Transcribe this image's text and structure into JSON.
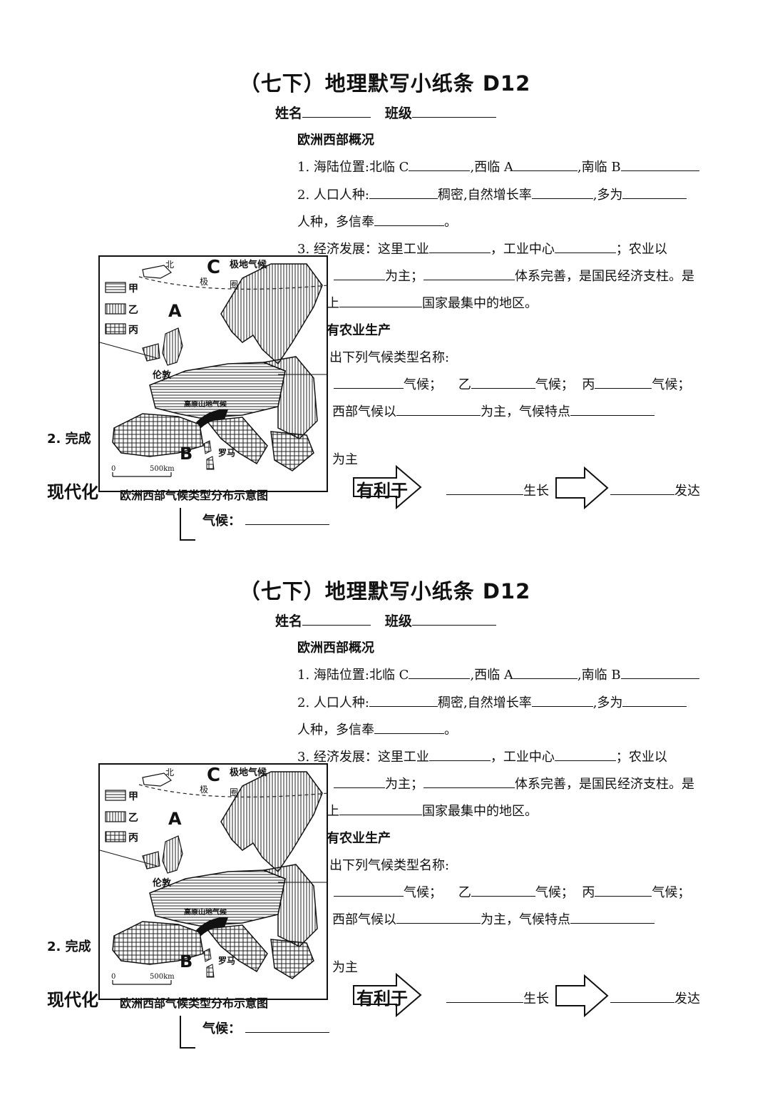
{
  "sheet": {
    "title": "（七下）地理默写小纸条 D12",
    "name_label": "姓名",
    "class_label": "班级",
    "section_title": "欧洲西部概况",
    "q1_label": "1. 海陆位置:北临 C",
    "q1_west": ",西临 A",
    "q1_south": ",南临 B",
    "q2_label": "2. 人口人种:",
    "q2_dense": "稠密,自然增长率",
    "q2_most": ",多为",
    "q2_line2a": "人种，多信奉",
    "q2_line2b": "。",
    "q3_label": "3. 经济发展：这里工业",
    "q3_center": "，工业中心",
    "q3_agri": "；农业以",
    "q3_main": "为主；",
    "q3_system": "体系完善，是国民经济支柱。是",
    "q3_partial": "上",
    "q3_most": "国家最集中的地区。",
    "q4_partial": "有农业生产",
    "q4_sub": "出下列气候类型名称:",
    "climate_suffix": "气候；",
    "climate_yi": "乙",
    "climate_bing": "丙",
    "q4_west": "西部气候以",
    "q4_main": "为主，气候特点",
    "q4_mainly": "为主",
    "left_q2": "2. 完成",
    "left_modern": "现代化",
    "arrow1_label": "有利于",
    "grow_label": "生长",
    "developed_label": "发达",
    "climate_label": "气候：",
    "map": {
      "caption": "欧洲西部气候类型分布示意图",
      "legend": [
        "甲",
        "乙",
        "丙"
      ],
      "label_C": "C",
      "label_A": "A",
      "label_B": "B",
      "polar_climate": "极地气候",
      "arctic_bei": "北",
      "arctic_ji": "极",
      "arctic_quan": "圈",
      "london": "伦敦",
      "highland": "高原山地气候",
      "rome": "罗马",
      "scale_zero": "0",
      "scale_km": "500km"
    }
  }
}
